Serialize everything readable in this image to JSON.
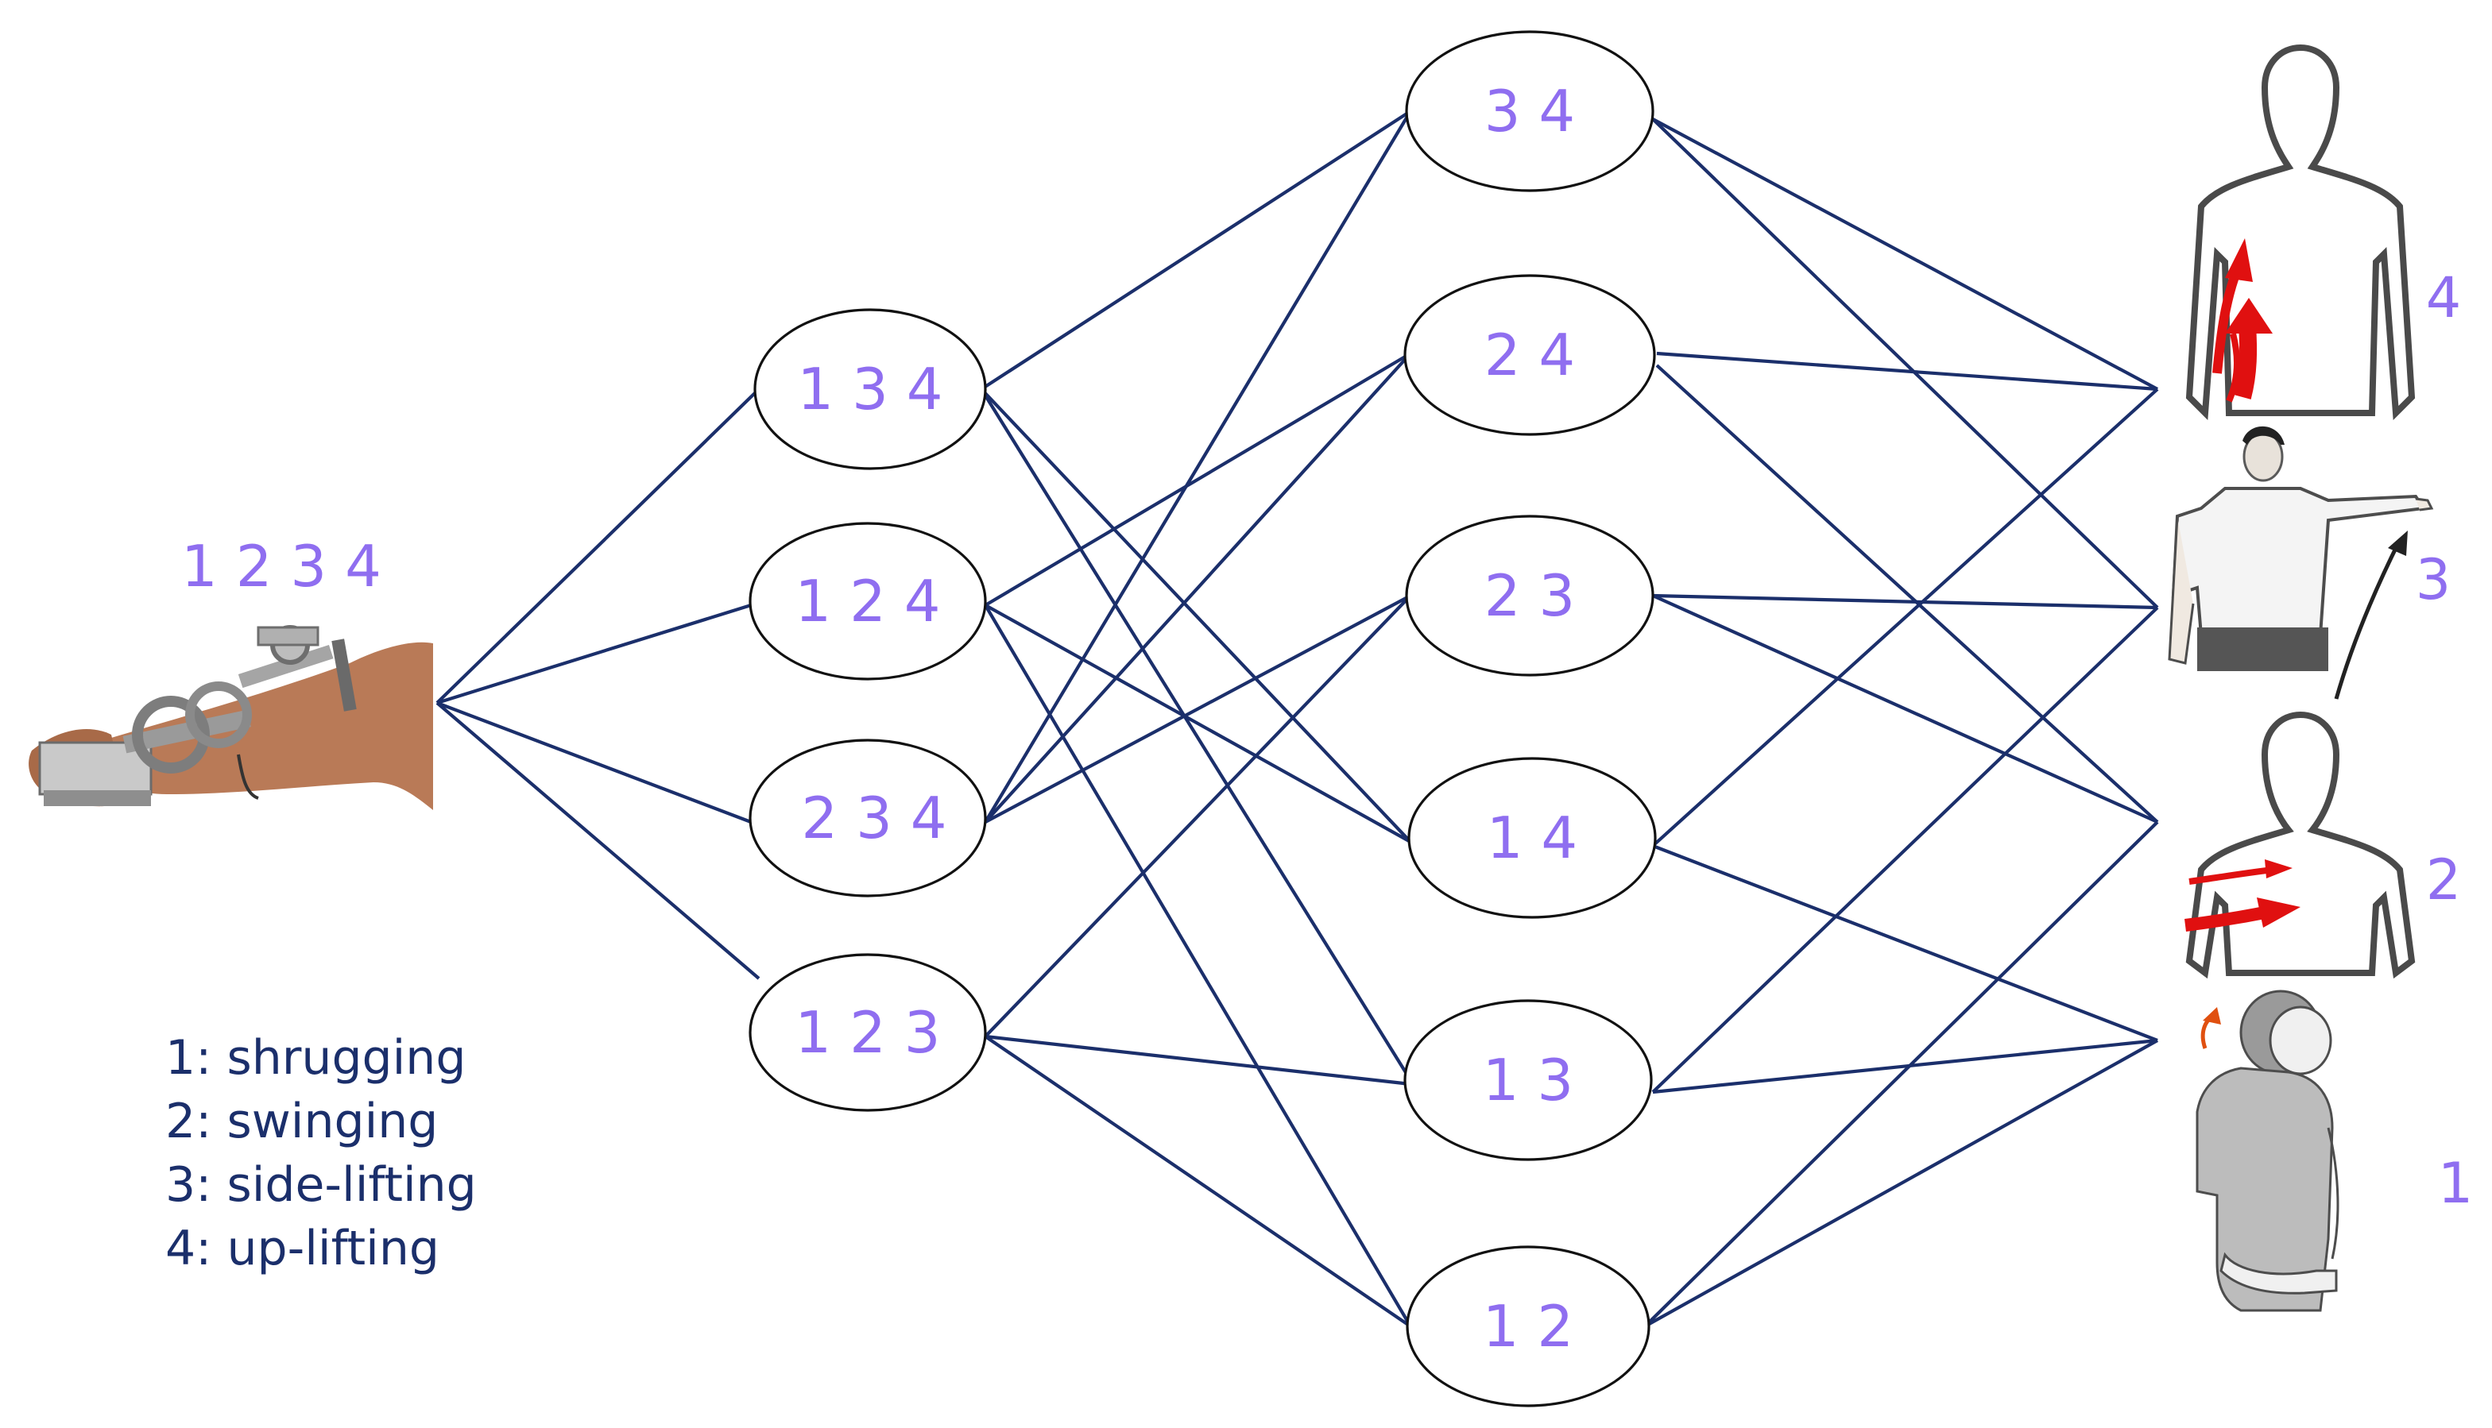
{
  "source": {
    "label": "1 2 3 4",
    "image": "hand-exoskeleton-icon"
  },
  "layer1": [
    "1 3 4",
    "1 2 4",
    "2 3 4",
    "1 2 3"
  ],
  "layer2": [
    "3 4",
    "2 4",
    "2 3",
    "1 4",
    "1 3",
    "1 2"
  ],
  "targets": [
    {
      "num": "4",
      "image": "up-lifting-figure-icon"
    },
    {
      "num": "3",
      "image": "side-lifting-figure-icon"
    },
    {
      "num": "2",
      "image": "swinging-figure-icon"
    },
    {
      "num": "1",
      "image": "shrugging-figure-icon"
    }
  ],
  "legend": [
    "1: shrugging",
    "2: swinging",
    "3: side-lifting",
    "4: up-lifting"
  ],
  "colors": {
    "edge": "#1b2f6b",
    "label": "#8f6ef0",
    "arrow": "#e01010"
  }
}
